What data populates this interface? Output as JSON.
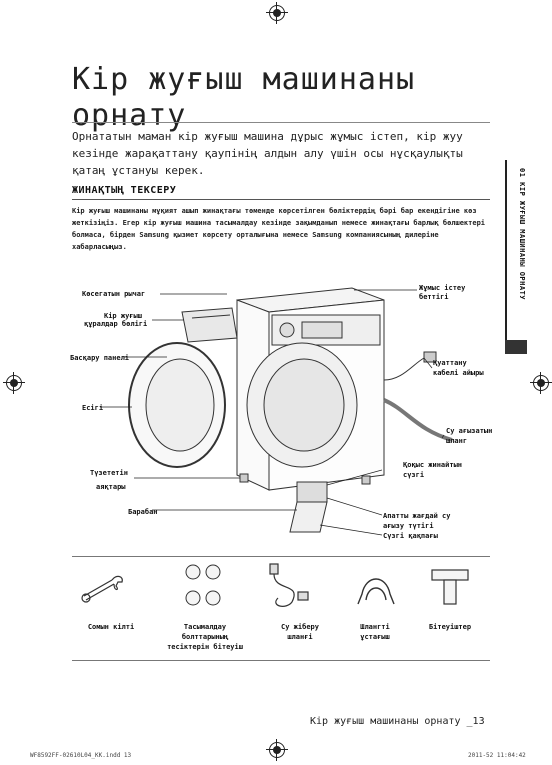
{
  "page": {
    "title_line1": "Кір жуғыш машинаны",
    "title_line2": "орнату",
    "intro": "Орнататын маман кір жуғыш машина дұрыс жұмыс істеп, кір жуу кезінде жарақаттану қаупінің алдын алу үшін осы нұсқаулықты қатаң ұстануы керек.",
    "section_title": "ЖИНАҚТЫҢ ТЕКСЕРУ",
    "section_text": "Кір жуғыш машинаны мұқият ашып жинақтағы төменде көрсетілген бөліктердің бәрі бар екендігіне көз жеткізіңіз. Егер кір жуғыш машина тасымалдау кезінде зақымданып немесе жинақтағы барлық бөлшектері болмаса, бірден Samsung қызмет көрсету орталығына немесе Samsung компаниясының дилеріне хабарласыңыз.",
    "side_tab": "01 КІР ЖУҒЫШ МАШИНАНЫ ОРНАТУ",
    "footer": "Кір жуғыш машинаны орнату _13",
    "print_left": "WF8592FF-02610L04_KK.indd 13",
    "print_right": "2011-52 11:04:42"
  },
  "diagram_labels": {
    "lifting_handle": "Көсегатын рычаг",
    "detergent_drawer_1": "Кір жуғыш",
    "detergent_drawer_2": "құралдар бөлігі",
    "control_panel": "Басқару панелі",
    "door": "Есігі",
    "adjustable_feet_1": "Түзететін",
    "adjustable_feet_2": "аяқтары",
    "drum": "Барабан",
    "worktop_1": "Жұмыс істеу",
    "worktop_2": "беттігі",
    "power_plug_1": "Қуаттану",
    "power_plug_2": "кабелі айыры",
    "drain_hose_1": "Су ағызатын",
    "drain_hose_2": "шланг",
    "pump_filter_1": "Қоқыс жинайтын",
    "pump_filter_2": "сүзгі",
    "emergency_drain_1": "Апатты жағдай су",
    "emergency_drain_2": "ағызу түтігі",
    "filter_cover": "Сүзгі қақпағы"
  },
  "accessories": [
    {
      "line1": "Сомын кілті",
      "line2": "",
      "line3": ""
    },
    {
      "line1": "Тасымалдау",
      "line2": "болттарының",
      "line3": "тесіктерін бітеуіш"
    },
    {
      "line1": "Су жіберу",
      "line2": "шланғі",
      "line3": ""
    },
    {
      "line1": "Шлангті",
      "line2": "ұстағыш",
      "line3": ""
    },
    {
      "line1": "Бітеуіштер",
      "line2": "",
      "line3": ""
    }
  ]
}
